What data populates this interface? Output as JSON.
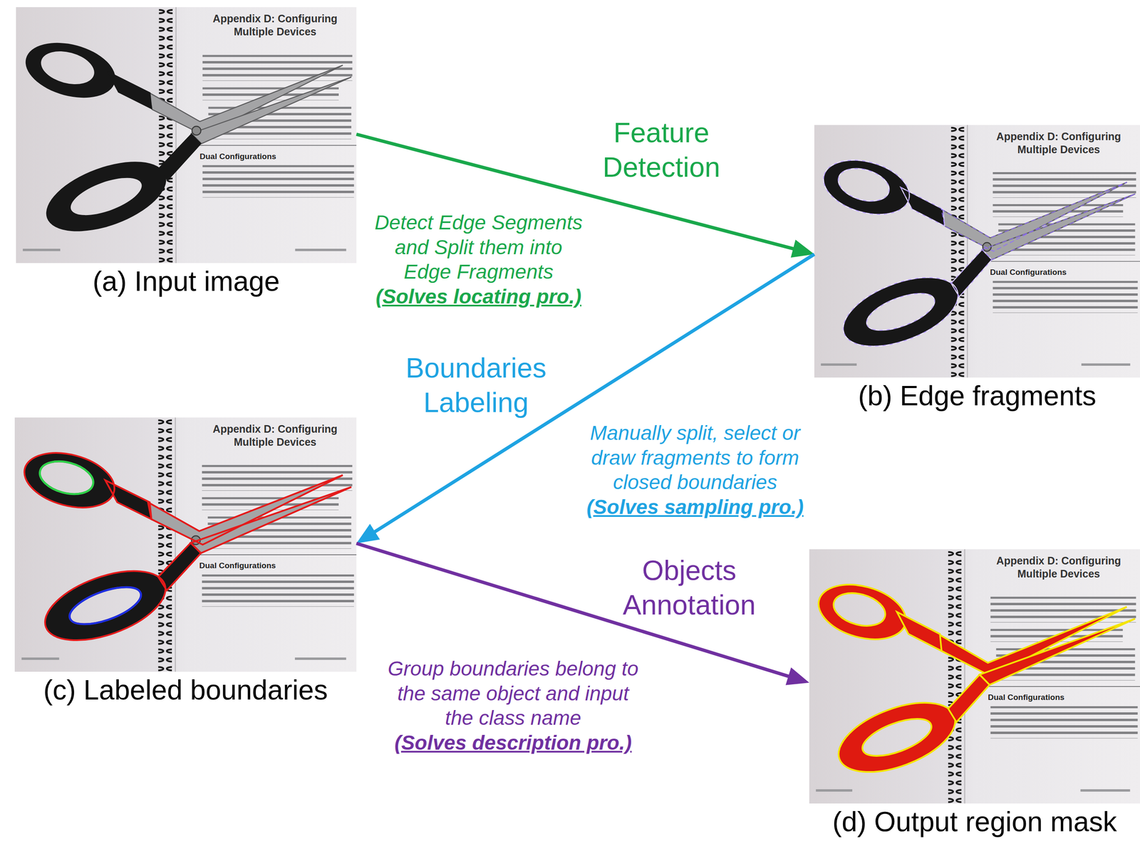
{
  "diagram": {
    "nodes": [
      {
        "text": [
          "Appendix D: Configuring Multiple Devices",
          "Dual Configurations",
          "(a) Input image"
        ]
      },
      {
        "text": [
          "Appendix D: Configuring Multiple Devices",
          "Dual Configurations",
          "(b) Edge fragments"
        ]
      },
      {
        "text": [
          "Appendix D: Configuring Multiple Devices",
          "Dual Configurations",
          "(c) Labeled boundaries"
        ]
      },
      {
        "text": [
          "Appendix D: Configuring Multiple Devices",
          "Dual Configurations",
          "(d) Output region mask"
        ]
      }
    ],
    "edges": [
      {
        "from": 0,
        "to": 1,
        "arrow": "to",
        "label": "Feature Detection"
      },
      {
        "from": 1,
        "to": 2,
        "arrow": "to",
        "label": "Boundaries Labeling"
      },
      {
        "from": 2,
        "to": 3,
        "arrow": "to",
        "label": "Objects Annotation"
      }
    ],
    "labels": [
      "Detect Edge Segments and Split them into Edge Fragments",
      "(Solves locating pro.)",
      "Manually split, select or draw fragments to form closed boundaries",
      "(Solves sampling pro.)",
      "Group boundaries belong to the same object and input the class name",
      "(Solves description pro.)"
    ]
  }
}
